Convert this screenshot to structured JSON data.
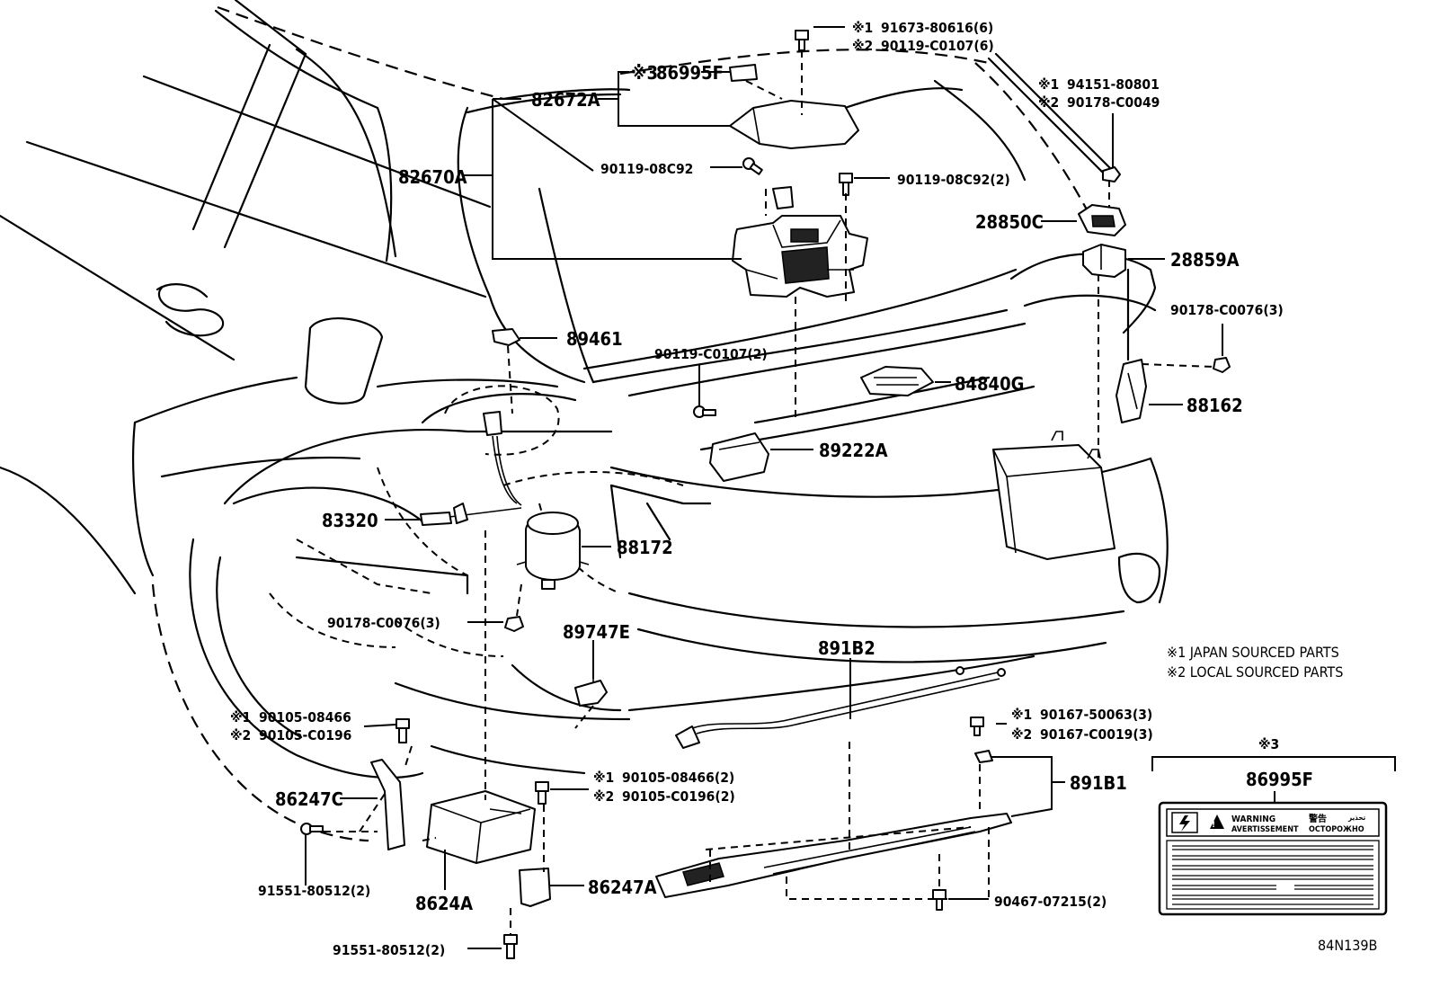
{
  "parts": {
    "p82672A": "82672A",
    "p82670A": "82670A",
    "p86995F_top": "86995F",
    "p86995F_mark": "※3",
    "p91673_1": "91673-80616(6)",
    "p91673_1_mark": "※1",
    "p90119_2": "90119-C0107(6)",
    "p90119_2_mark": "※2",
    "p90119_08C92": "90119-08C92",
    "p90119_08C92_2": "90119-08C92(2)",
    "p94151": "94151-80801",
    "p94151_mark": "※1",
    "p90178_C0049": "90178-C0049",
    "p90178_C0049_mark": "※2",
    "p28850C": "28850C",
    "p28859A": "28859A",
    "p90178_C0076_r": "90178-C0076(3)",
    "p89461": "89461",
    "p90119_C0107_2": "90119-C0107(2)",
    "p84840G": "84840G",
    "p88162": "88162",
    "p89222A": "89222A",
    "p83320": "83320",
    "p88172": "88172",
    "p90178_C0076_l": "90178-C0076(3)",
    "p89747E": "89747E",
    "p891B2": "891B2",
    "p90105_08466": "90105-08466",
    "p90105_08466_mark": "※1",
    "p90105_C0196": "90105-C0196",
    "p90105_C0196_mark": "※2",
    "p90167_50063": "90167-50063(3)",
    "p90167_50063_mark": "※1",
    "p90167_C0019": "90167-C0019(3)",
    "p90167_C0019_mark": "※2",
    "p891B1": "891B1",
    "p86247C": "86247C",
    "p90105_08466_2": "90105-08466(2)",
    "p90105_08466_2_mark": "※1",
    "p90105_C0196_2": "90105-C0196(2)",
    "p90105_C0196_2_mark": "※2",
    "p91551_l": "91551-80512(2)",
    "p8624A": "8624A",
    "p86247A": "86247A",
    "p90467": "90467-07215(2)",
    "p91551_b": "91551-80512(2)"
  },
  "legend": {
    "line1": "※1 JAPAN SOURCED PARTS",
    "line2": "※2 LOCAL SOURCED PARTS"
  },
  "label_box": {
    "mark": "※3",
    "part": "86995F",
    "warning_en": "WARNING",
    "warning_fr": "AVERTISSEMENT",
    "warning_jp": "警告",
    "warning_ru": "ОСТОРОЖНО",
    "warning_ar": "تحذير"
  },
  "figure_id": "84N139B"
}
